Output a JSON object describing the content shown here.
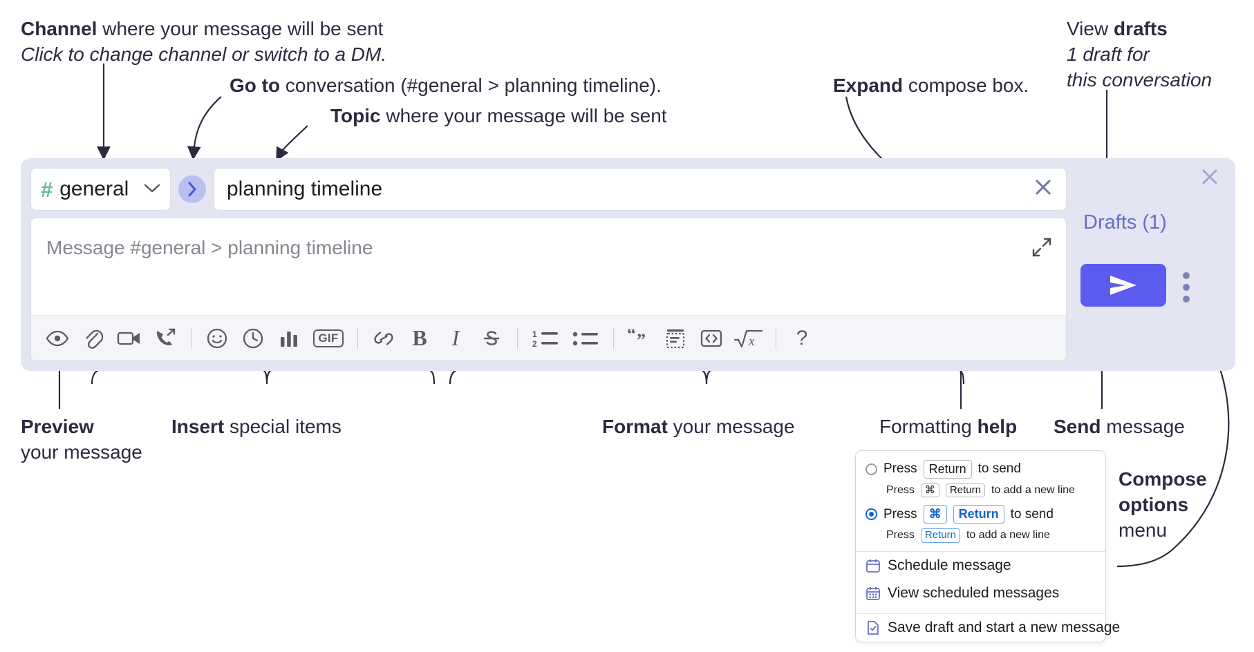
{
  "annotations": {
    "channel": {
      "bold": "Channel",
      "rest": " where your message will be sent",
      "italic": "Click to change channel or switch to a DM."
    },
    "goto": {
      "bold": "Go to",
      "rest": " conversation (#general > planning timeline)."
    },
    "topic": {
      "bold": "Topic",
      "rest": " where your message will be sent"
    },
    "expand": {
      "bold": "Expand",
      "rest": " compose box."
    },
    "drafts": {
      "lead": "View ",
      "bold": "drafts",
      "italic1": "1 draft for",
      "italic2": "this conversation"
    },
    "preview": {
      "bold": "Preview",
      "rest": "your message"
    },
    "insert": {
      "bold": "Insert",
      "rest": " special items"
    },
    "format": {
      "bold": "Format",
      "rest": " your message"
    },
    "help": {
      "lead": "Formatting ",
      "bold": "help"
    },
    "send": {
      "bold": "Send",
      "rest": " message"
    },
    "compose_options": {
      "bold1": "Compose",
      "bold2": "options",
      "rest": "menu"
    }
  },
  "composer": {
    "channel_name": "general",
    "channel_hash": "#",
    "goto_arrow": "›",
    "topic_value": "planning timeline",
    "topic_clear_icon": "×",
    "message_placeholder": "Message #general > planning timeline",
    "panel_close_icon": "×",
    "drafts_label": "Drafts (1)",
    "accent_color": "#5b5bf0",
    "panel_bg": "#e3e5f2",
    "hash_color": "#61c08d",
    "drafts_color": "#6a6fc4",
    "toolbar": [
      {
        "name": "preview-icon",
        "label": "Preview"
      },
      {
        "name": "attachment-icon",
        "label": "Attach file"
      },
      {
        "name": "video-icon",
        "label": "Video clip"
      },
      {
        "name": "audio-call-icon",
        "label": "Audio clip"
      },
      {
        "name": "separator",
        "label": ""
      },
      {
        "name": "emoji-icon",
        "label": "Emoji"
      },
      {
        "name": "clock-icon",
        "label": "Reminder"
      },
      {
        "name": "poll-icon",
        "label": "Poll"
      },
      {
        "name": "gif-icon",
        "label": "GIF"
      },
      {
        "name": "separator",
        "label": ""
      },
      {
        "name": "link-icon",
        "label": "Link"
      },
      {
        "name": "bold-icon",
        "label": "B"
      },
      {
        "name": "italic-icon",
        "label": "I"
      },
      {
        "name": "strikethrough-icon",
        "label": "S"
      },
      {
        "name": "separator",
        "label": ""
      },
      {
        "name": "ordered-list-icon",
        "label": "Ordered list"
      },
      {
        "name": "bulleted-list-icon",
        "label": "Bulleted list"
      },
      {
        "name": "separator",
        "label": ""
      },
      {
        "name": "blockquote-icon",
        "label": "Blockquote"
      },
      {
        "name": "code-block-icon",
        "label": "Code block"
      },
      {
        "name": "code-icon",
        "label": "Code"
      },
      {
        "name": "latex-icon",
        "label": "Math"
      },
      {
        "name": "separator",
        "label": ""
      },
      {
        "name": "formatting-help-icon",
        "label": "?"
      }
    ],
    "help_glyph": "?"
  },
  "menu": {
    "option1": {
      "pre": "Press",
      "key": "Return",
      "post": "to send",
      "sub_pre": "Press",
      "sub_key1": "⌘",
      "sub_key2": "Return",
      "sub_post": "to add a new line",
      "selected": false
    },
    "option2": {
      "pre": "Press",
      "key1": "⌘",
      "key2": "Return",
      "post": "to send",
      "sub_pre": "Press",
      "sub_key": "Return",
      "sub_post": "to add a new line",
      "selected": true
    },
    "items": [
      {
        "icon": "calendar-icon",
        "label": "Schedule message"
      },
      {
        "icon": "calendar-grid-icon",
        "label": "View scheduled messages"
      },
      {
        "icon": "save-draft-icon",
        "label": "Save draft and start a new message"
      }
    ]
  }
}
